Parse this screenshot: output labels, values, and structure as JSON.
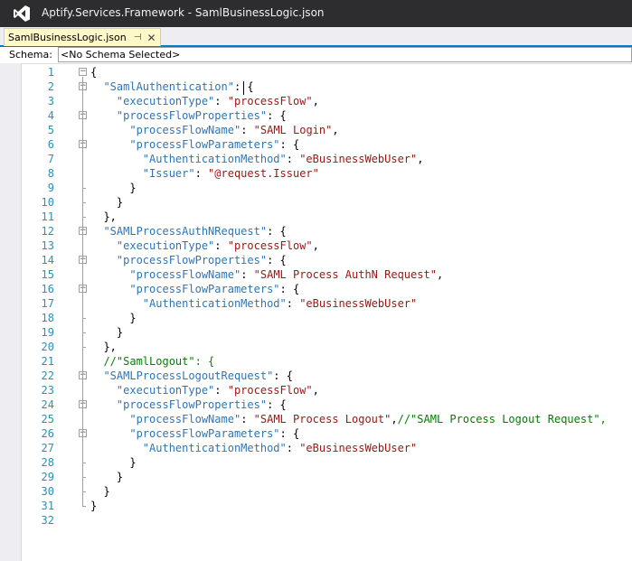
{
  "window": {
    "title": "Aptify.Services.Framework - SamlBusinessLogic.json"
  },
  "tab": {
    "label": "SamlBusinessLogic.json",
    "pin": "⊣",
    "close": "✕"
  },
  "schema": {
    "label": "Schema:",
    "value": "<No Schema Selected>"
  },
  "icons": {
    "logo": "visual-studio-icon",
    "pin": "pin-icon",
    "close": "close-icon"
  },
  "colors": {
    "keyword": "#2e75b6",
    "string": "#a31515",
    "comment": "#008000",
    "line_number": "#2b91af"
  },
  "lines": [
    {
      "n": "1",
      "fold": true,
      "t": [
        [
          "p",
          "{"
        ]
      ]
    },
    {
      "n": "2",
      "fold": true,
      "t": [
        [
          "p",
          "  "
        ],
        [
          "k",
          "\"SamlAuthentication\""
        ],
        [
          "p",
          ": {"
        ]
      ]
    },
    {
      "n": "3",
      "fold": false,
      "t": [
        [
          "p",
          "    "
        ],
        [
          "k",
          "\"executionType\""
        ],
        [
          "p",
          ": "
        ],
        [
          "s",
          "\"processFlow\""
        ],
        [
          "p",
          ","
        ]
      ]
    },
    {
      "n": "4",
      "fold": true,
      "t": [
        [
          "p",
          "    "
        ],
        [
          "k",
          "\"processFlowProperties\""
        ],
        [
          "p",
          ": {"
        ]
      ]
    },
    {
      "n": "5",
      "fold": false,
      "t": [
        [
          "p",
          "      "
        ],
        [
          "k",
          "\"processFlowName\""
        ],
        [
          "p",
          ": "
        ],
        [
          "s",
          "\"SAML Login\""
        ],
        [
          "p",
          ","
        ]
      ]
    },
    {
      "n": "6",
      "fold": true,
      "t": [
        [
          "p",
          "      "
        ],
        [
          "k",
          "\"processFlowParameters\""
        ],
        [
          "p",
          ": {"
        ]
      ]
    },
    {
      "n": "7",
      "fold": false,
      "t": [
        [
          "p",
          "        "
        ],
        [
          "k",
          "\"AuthenticationMethod\""
        ],
        [
          "p",
          ": "
        ],
        [
          "s",
          "\"eBusinessWebUser\""
        ],
        [
          "p",
          ","
        ]
      ]
    },
    {
      "n": "8",
      "fold": false,
      "t": [
        [
          "p",
          "        "
        ],
        [
          "k",
          "\"Issuer\""
        ],
        [
          "p",
          ": "
        ],
        [
          "s",
          "\"@request.Issuer\""
        ]
      ]
    },
    {
      "n": "9",
      "fold": false,
      "t": [
        [
          "p",
          "      }"
        ]
      ]
    },
    {
      "n": "10",
      "fold": false,
      "t": [
        [
          "p",
          "    }"
        ]
      ]
    },
    {
      "n": "11",
      "fold": false,
      "t": [
        [
          "p",
          "  },"
        ]
      ]
    },
    {
      "n": "12",
      "fold": true,
      "t": [
        [
          "p",
          "  "
        ],
        [
          "k",
          "\"SAMLProcessAuthNRequest\""
        ],
        [
          "p",
          ": {"
        ]
      ]
    },
    {
      "n": "13",
      "fold": false,
      "t": [
        [
          "p",
          "    "
        ],
        [
          "k",
          "\"executionType\""
        ],
        [
          "p",
          ": "
        ],
        [
          "s",
          "\"processFlow\""
        ],
        [
          "p",
          ","
        ]
      ]
    },
    {
      "n": "14",
      "fold": true,
      "t": [
        [
          "p",
          "    "
        ],
        [
          "k",
          "\"processFlowProperties\""
        ],
        [
          "p",
          ": {"
        ]
      ]
    },
    {
      "n": "15",
      "fold": false,
      "t": [
        [
          "p",
          "      "
        ],
        [
          "k",
          "\"processFlowName\""
        ],
        [
          "p",
          ": "
        ],
        [
          "s",
          "\"SAML Process AuthN Request\""
        ],
        [
          "p",
          ","
        ]
      ]
    },
    {
      "n": "16",
      "fold": true,
      "t": [
        [
          "p",
          "      "
        ],
        [
          "k",
          "\"processFlowParameters\""
        ],
        [
          "p",
          ": {"
        ]
      ]
    },
    {
      "n": "17",
      "fold": false,
      "t": [
        [
          "p",
          "        "
        ],
        [
          "k",
          "\"AuthenticationMethod\""
        ],
        [
          "p",
          ": "
        ],
        [
          "s",
          "\"eBusinessWebUser\""
        ]
      ]
    },
    {
      "n": "18",
      "fold": false,
      "t": [
        [
          "p",
          "      }"
        ]
      ]
    },
    {
      "n": "19",
      "fold": false,
      "t": [
        [
          "p",
          "    }"
        ]
      ]
    },
    {
      "n": "20",
      "fold": false,
      "t": [
        [
          "p",
          "  },"
        ]
      ]
    },
    {
      "n": "21",
      "fold": false,
      "t": [
        [
          "p",
          "  "
        ],
        [
          "c",
          "//\"SamlLogout\": {"
        ]
      ]
    },
    {
      "n": "22",
      "fold": true,
      "t": [
        [
          "p",
          "  "
        ],
        [
          "k",
          "\"SAMLProcessLogoutRequest\""
        ],
        [
          "p",
          ": {"
        ]
      ]
    },
    {
      "n": "23",
      "fold": false,
      "t": [
        [
          "p",
          "    "
        ],
        [
          "k",
          "\"executionType\""
        ],
        [
          "p",
          ": "
        ],
        [
          "s",
          "\"processFlow\""
        ],
        [
          "p",
          ","
        ]
      ]
    },
    {
      "n": "24",
      "fold": true,
      "t": [
        [
          "p",
          "    "
        ],
        [
          "k",
          "\"processFlowProperties\""
        ],
        [
          "p",
          ": {"
        ]
      ]
    },
    {
      "n": "25",
      "fold": false,
      "t": [
        [
          "p",
          "      "
        ],
        [
          "k",
          "\"processFlowName\""
        ],
        [
          "p",
          ": "
        ],
        [
          "s",
          "\"SAML Process Logout\""
        ],
        [
          "p",
          ","
        ],
        [
          "c",
          "//\"SAML Process Logout Request\","
        ]
      ]
    },
    {
      "n": "26",
      "fold": true,
      "t": [
        [
          "p",
          "      "
        ],
        [
          "k",
          "\"processFlowParameters\""
        ],
        [
          "p",
          ": {"
        ]
      ]
    },
    {
      "n": "27",
      "fold": false,
      "t": [
        [
          "p",
          "        "
        ],
        [
          "k",
          "\"AuthenticationMethod\""
        ],
        [
          "p",
          ": "
        ],
        [
          "s",
          "\"eBusinessWebUser\""
        ]
      ]
    },
    {
      "n": "28",
      "fold": false,
      "t": [
        [
          "p",
          "      }"
        ]
      ]
    },
    {
      "n": "29",
      "fold": false,
      "t": [
        [
          "p",
          "    }"
        ]
      ]
    },
    {
      "n": "30",
      "fold": false,
      "t": [
        [
          "p",
          "  }"
        ]
      ]
    },
    {
      "n": "31",
      "fold": false,
      "t": [
        [
          "p",
          "}"
        ]
      ]
    },
    {
      "n": "32",
      "fold": false,
      "t": []
    }
  ]
}
